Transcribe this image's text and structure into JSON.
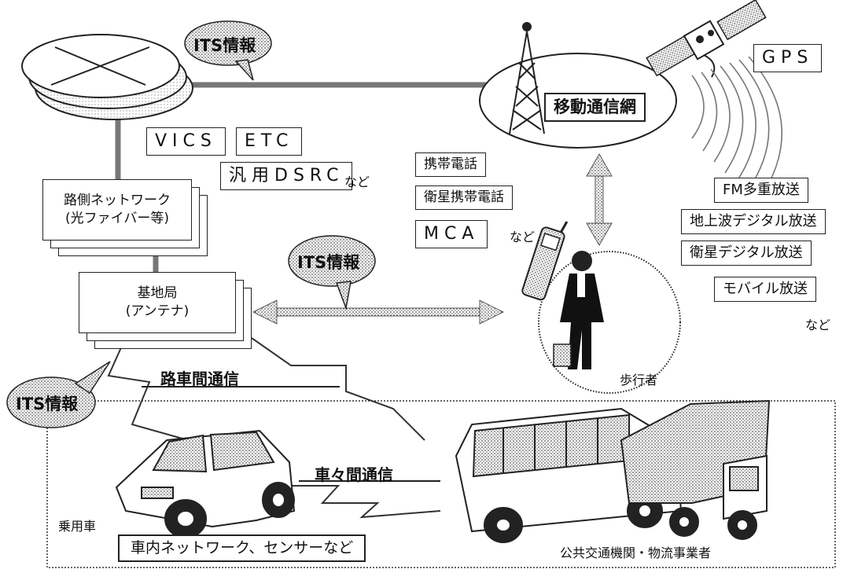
{
  "bubbles": {
    "its_top": "ITS情報",
    "its_middle": "ITS情報",
    "its_left": "ITS情報"
  },
  "top_right": {
    "gps": "GPS",
    "mobile_network": "移動通信網"
  },
  "roadside": {
    "vics": "VICS",
    "etc": "ETC",
    "dsrc": "汎用DSRC",
    "dsrc_suffix": "など",
    "network_line1": "路側ネットワーク",
    "network_line2": "(光ファイバー等)",
    "base_line1": "基地局",
    "base_line2": "(アンテナ)"
  },
  "phones": {
    "items": [
      "携帯電話",
      "衛星携帯電話",
      "MCA"
    ],
    "suffix": "など"
  },
  "broadcast": {
    "items": [
      "FM多重放送",
      "地上波デジタル放送",
      "衛星デジタル放送",
      "モバイル放送"
    ],
    "suffix": "など"
  },
  "communication": {
    "road_vehicle": "路車間通信",
    "vehicle_vehicle": "車々間通信"
  },
  "people": {
    "pedestrian": "歩行者",
    "passenger_car": "乗用車",
    "public_transport": "公共交通機関・物流事業者",
    "in_vehicle": "車内ネットワーク、センサーなど"
  }
}
